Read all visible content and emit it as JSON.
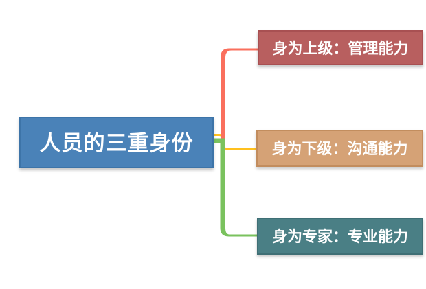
{
  "canvas": {
    "background": "#ffffff"
  },
  "root_node": {
    "label": "人员的三重身份",
    "fill": "#4a82b8",
    "border_color": "#3d74a8",
    "text_color": "#ffffff"
  },
  "branches": [
    {
      "label": "身为上级：管理能力",
      "fill": "#b85f5f",
      "border_color": "#a85052",
      "text_color": "#ffffff",
      "connector_color": "#fa6f5d"
    },
    {
      "label": "身为下级：沟通能力",
      "fill": "#d5a276",
      "border_color": "#c28d5e",
      "text_color": "#ffffff",
      "connector_color": "#ffc01e"
    },
    {
      "label": "身为专家：专业能力",
      "fill": "#4a7f85",
      "border_color": "#3f6f75",
      "text_color": "#ffffff",
      "connector_color": "#7ac25e"
    }
  ]
}
